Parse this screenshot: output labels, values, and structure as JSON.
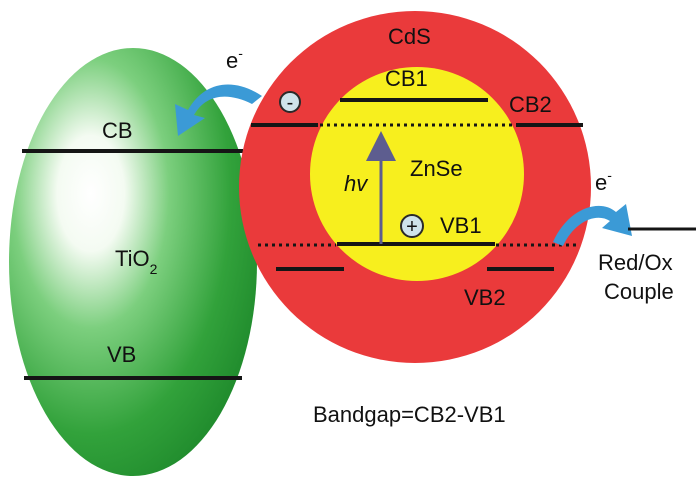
{
  "tio2": {
    "cb_label": "CB",
    "vb_label": "VB",
    "name_main": "TiO",
    "name_sub": "2"
  },
  "cds": {
    "name": "CdS",
    "cb2_label": "CB2",
    "vb2_label": "VB2"
  },
  "znse": {
    "name": "ZnSe",
    "cb1_label": "CB1",
    "vb1_label": "VB1"
  },
  "excitation_label": "hv",
  "electron_left": {
    "base": "e",
    "sup": "-"
  },
  "electron_right": {
    "base": "e",
    "sup": "-"
  },
  "hole_symbol": "+",
  "electron_symbol": "-",
  "redox": {
    "line1": "Red/Ox",
    "line2": "Couple"
  },
  "bandgap_text": "Bandgap=CB2-VB1",
  "colors": {
    "tio2_green": "#2e9a38",
    "cds_red": "#ea3a3b",
    "znse_yellow": "#f7ef1e",
    "arrow_blue": "#3b9ad6",
    "excitation_arrow": "#5d5d8f",
    "band_line": "#151515"
  }
}
